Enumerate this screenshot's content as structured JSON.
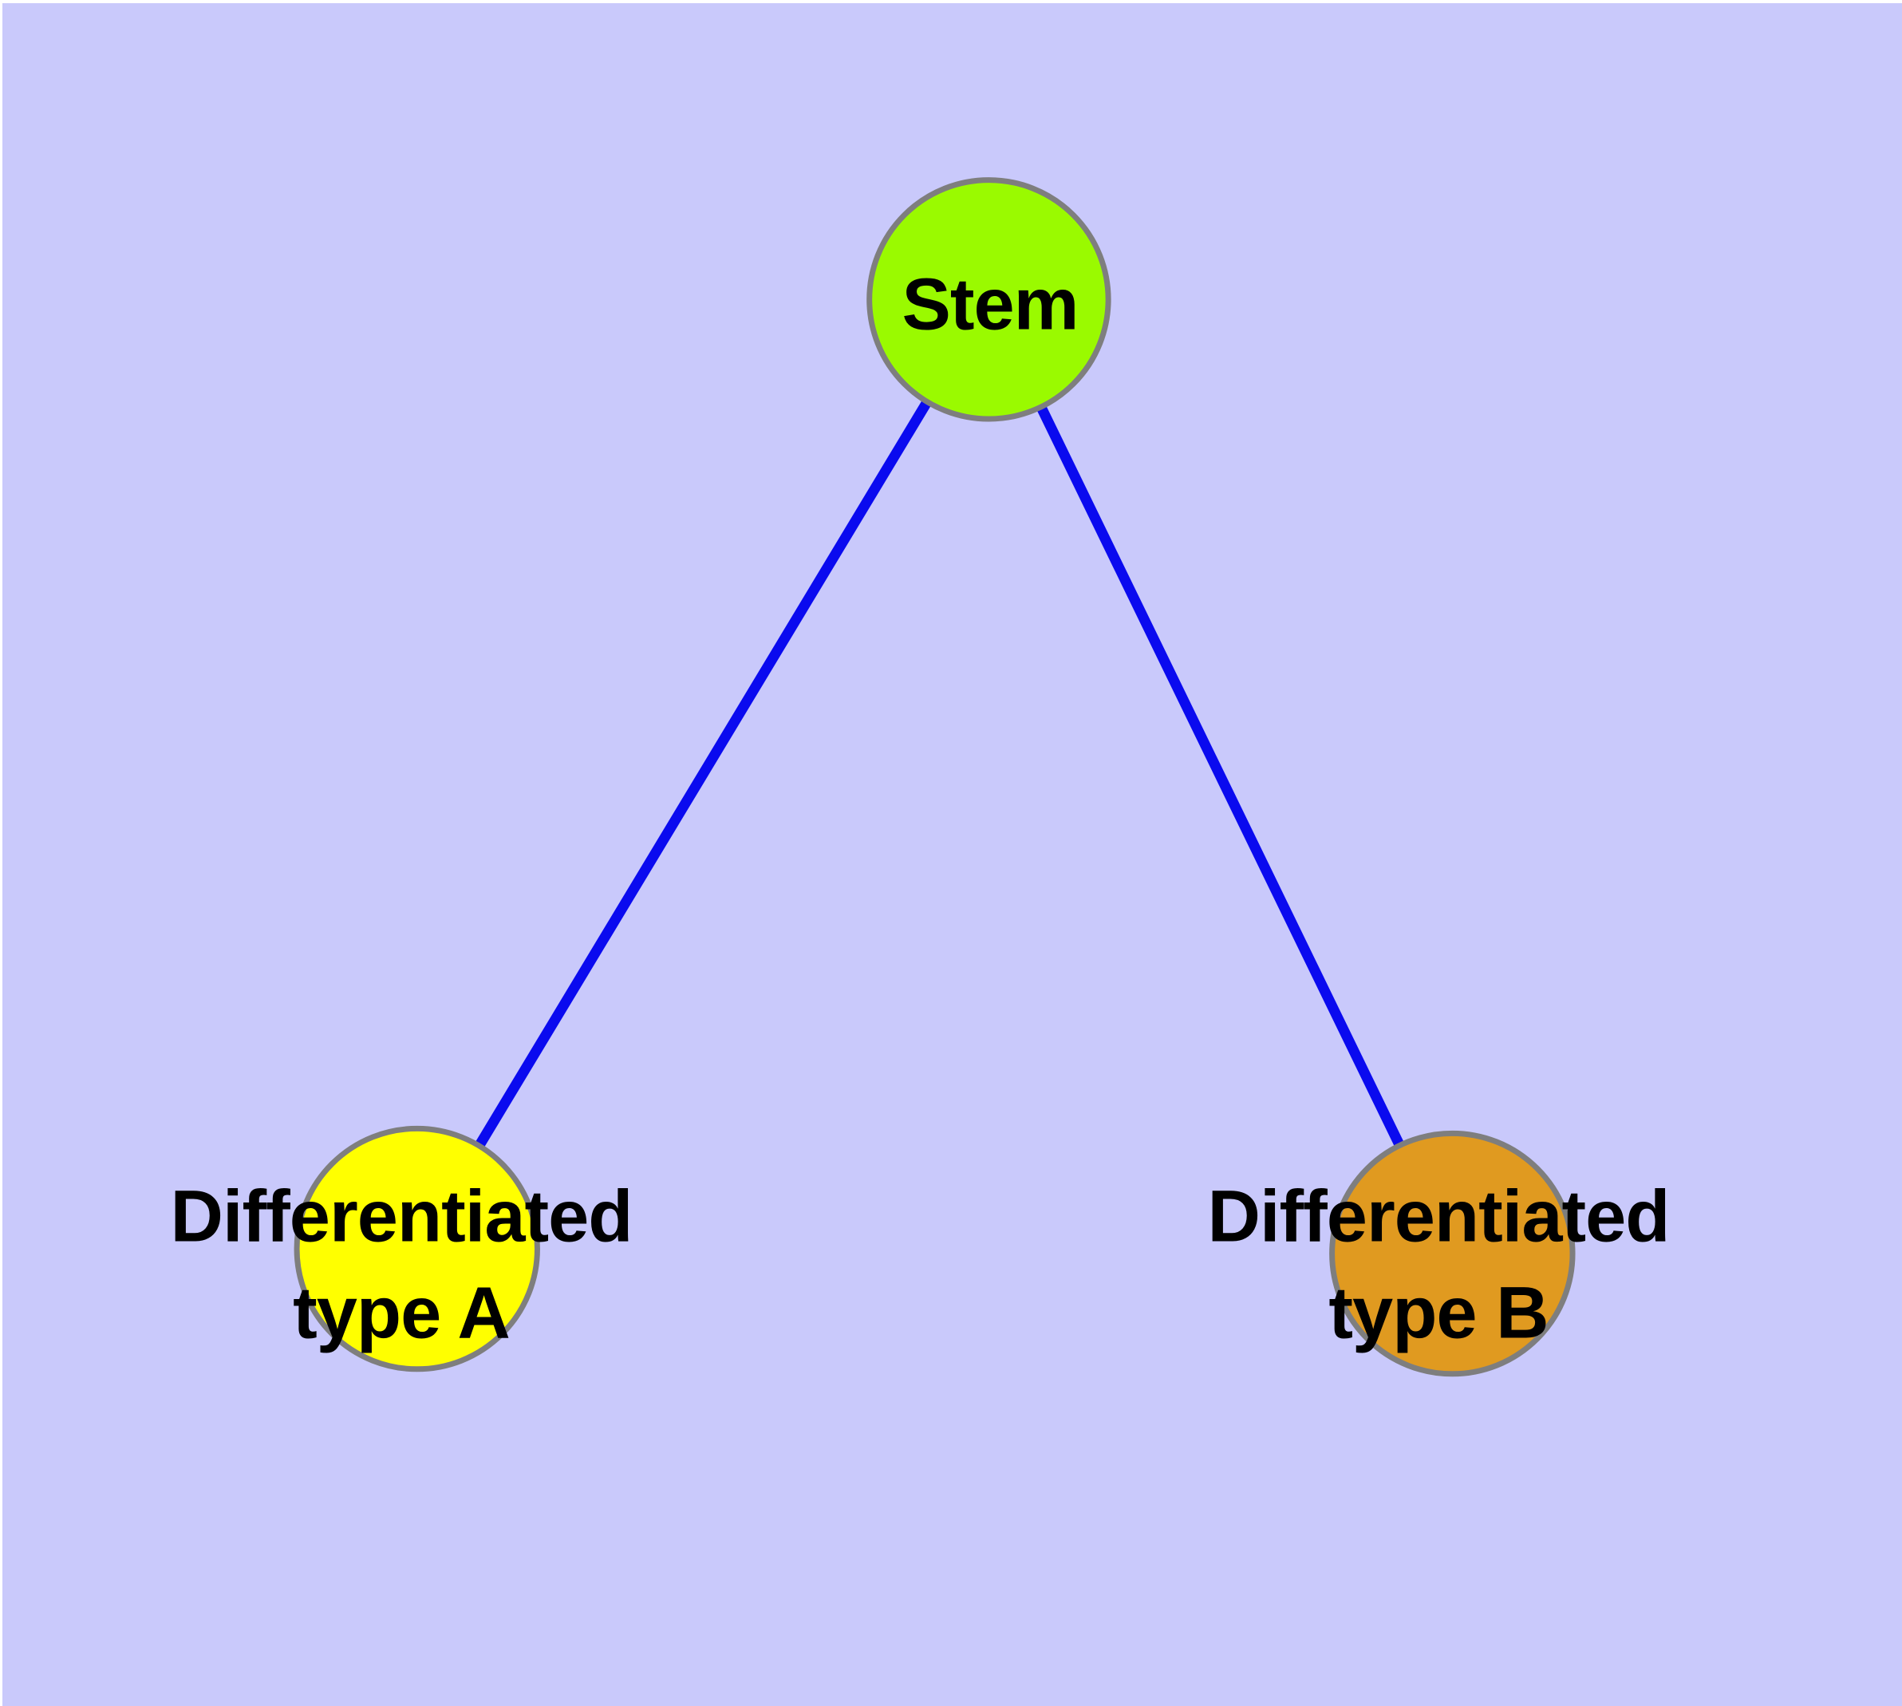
{
  "diagram": {
    "type": "graph",
    "background_color": "#C9C9FB",
    "edge_color": "#0A0AEF",
    "node_border_color": "#7E7E7E",
    "label_color": "#000000",
    "nodes": {
      "stem": {
        "label": "Stem",
        "color": "#9AFA00"
      },
      "type_a": {
        "label_line1": "Differentiated",
        "label_line2": "type A",
        "color": "#FFFF00"
      },
      "type_b": {
        "label_line1": "Differentiated",
        "label_line2": "type B",
        "color": "#E09A20"
      }
    },
    "edges": [
      {
        "from": "Stem",
        "to": "Differentiated type A"
      },
      {
        "from": "Stem",
        "to": "Differentiated type B"
      }
    ]
  }
}
